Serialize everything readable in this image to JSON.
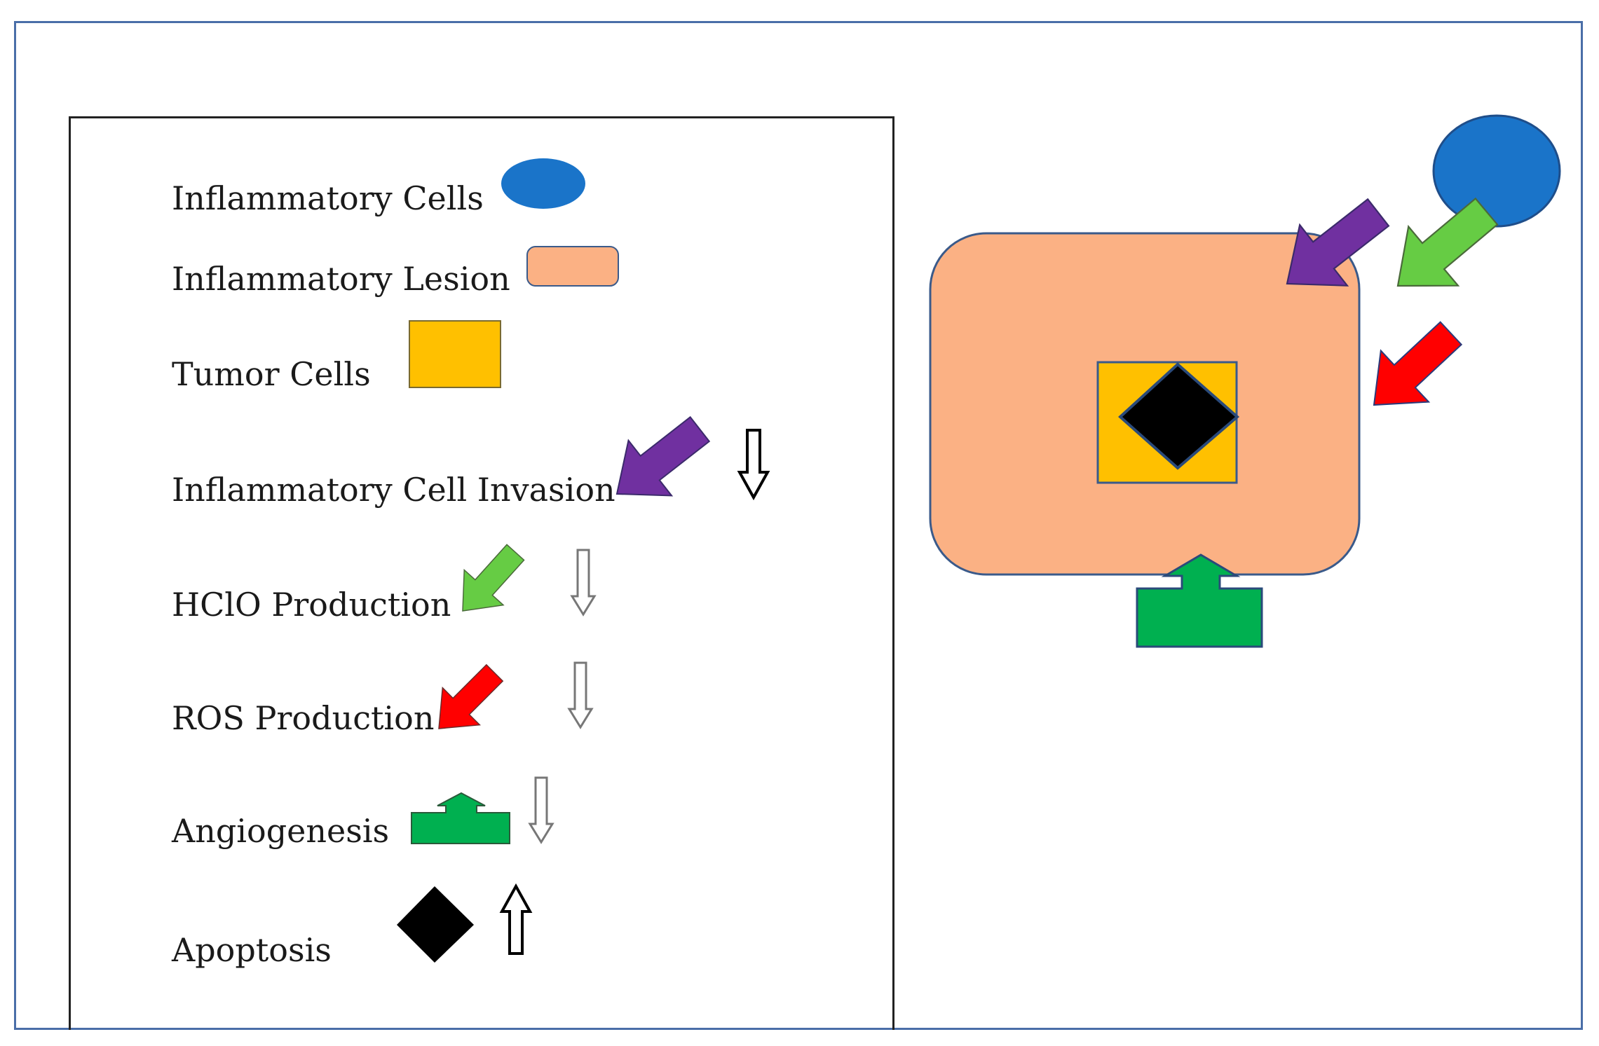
{
  "legend": {
    "items": [
      {
        "label": "Inflammatory Cells"
      },
      {
        "label": "Inflammatory Lesion"
      },
      {
        "label": "Tumor Cells"
      },
      {
        "label": "Inflammatory Cell Invasion",
        "change": "down"
      },
      {
        "label": "HClO Production",
        "change": "down"
      },
      {
        "label": "ROS Production",
        "change": "down"
      },
      {
        "label": "Angiogenesis",
        "change": "down"
      },
      {
        "label": "Apoptosis",
        "change": "up"
      }
    ]
  },
  "colors": {
    "inflammatory_cells": "#1a74c9",
    "inflammatory_lesion": "#fbb184",
    "tumor_cells": "#ffc000",
    "invasion_arrow": "#7030a0",
    "hclo_arrow": "#66cc44",
    "ros_arrow": "#ff0000",
    "angiogenesis": "#00b050",
    "apoptosis": "#000000"
  }
}
